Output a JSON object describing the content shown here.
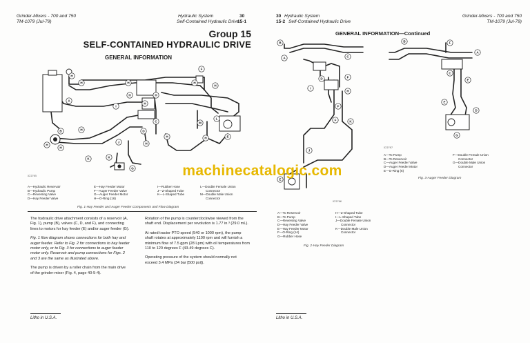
{
  "left_page": {
    "header_left": "Grinder-Mixers - 700 and 750",
    "header_left_sub": "TM-1079   (Jul-79)",
    "header_right": "Hydraulic System",
    "header_right_num": "30",
    "header_right_sub": "Self-Contained Hydraulic Drive",
    "header_right_sub_num": "15-1",
    "group_title": "Group 15",
    "main_title": "SELF-CONTAINED HYDRAULIC DRIVE",
    "section_title": "GENERAL INFORMATION",
    "figure_id": "X22765",
    "legend_col1": [
      "A—Hydraulic Reservoir",
      "B—Hydraulic Pump",
      "C—Reversing Valve",
      "D—Hay Feeder Valve"
    ],
    "legend_col2": [
      "E—Hay Feeder Motor",
      "F—Auger Feeder Valve",
      "G—Auger Feeder Motor",
      "H—O-Ring (16)"
    ],
    "legend_col3": [
      "I—Rubber Hose",
      "J—Z-Shaped Tube",
      "K—L-Shaped Tube"
    ],
    "legend_col4": [
      "L—Double Female Union",
      "Connector",
      "M—Double Male Union",
      "Connector"
    ],
    "caption": "Fig. 1-Hay Feeder and Auger Feeder Components and Flow Diagram",
    "para_left_1": "The hydraulic drive attachment consists of a reservoir (A, Fig. 1), pump (B), valves (C, D, and F), and connecting lines to motors for hay feeder (E) and/or auger feeder (G).",
    "para_left_2": "Fig. 1 flow diagram shows connections for both hay and auger feeder. Refer to Fig. 2 for connections to hay feeder motor only, or to Fig. 3 for connections to auger feeder motor only. Reservoir and pump connections for Figs. 2 and 3 are the same as illustrated above.",
    "para_left_3": "The pump is driven by a roller chain from the main drive of the grinder-mixer (Fig. 4, page 40-5-4).",
    "para_right_1": "Rotation of the pump is counterclockwise viewed from the shaft end. Displacement per revolution is 1.77 in.³ (29.0 mL).",
    "para_right_2": "At rated tractor PTO speed (540 or 1000 rpm), the pump shaft rotates at approximately 1100 rpm and will furnish a minimum flow of 7.5 gpm (28 Lpm) with oil temperatures from 110 to 120 degrees F (43-49 degrees C).",
    "para_right_3": "Operating pressure of the system should normally not exceed 3.4 MPa (34 bar [500 psi]).",
    "footer": "Litho in U.S.A."
  },
  "right_page": {
    "header_left_num": "30",
    "header_left": "Hydraulic System",
    "header_left_sub_num": "15-2",
    "header_left_sub": "Self-Contained Hydraulic Drive",
    "header_right": "Grinder-Mixers - 700 and 750",
    "header_right_sub": "TM-1079   (Jul-79)",
    "section_title": "GENERAL INFORMATION—Continued",
    "figure3_id": "X22767",
    "fig3_legend_col1": [
      "A—To Pump",
      "B—To Reservoir",
      "C—Auger Feeder Valve",
      "D—Auger Feeder Motor",
      "E—O-Ring (6)"
    ],
    "fig3_legend_col2": [
      "F—Double Female Union",
      "Connector",
      "G—Double Male Union",
      "Connector"
    ],
    "fig3_caption": "Fig. 3-Auger Feeder Diagram",
    "figure2_id": "X22766",
    "fig2_legend_col1": [
      "A—To Reservoir",
      "B—To Pump",
      "C—Reversing Valve",
      "D—Hay Feeder Valve",
      "E—Hay Feeder Motor",
      "F—O-Ring (14)",
      "G—Rubber Hose"
    ],
    "fig2_legend_col2": [
      "H—Z-Shaped Tube",
      "I—L-Shaped Tube",
      "J—Double Female Union",
      "Connector",
      "K—Double Male Union",
      "Connector"
    ],
    "fig2_caption": "Fig. 2-Hay Feeder Diagram",
    "footer": "Litho in U.S.A."
  },
  "watermark": "machinecatalogic.com",
  "diagram_labels": {
    "fig1": [
      "A",
      "B",
      "H",
      "H",
      "H",
      "H",
      "H",
      "H",
      "H",
      "H",
      "F",
      "H",
      "H",
      "C",
      "I",
      "D",
      "M",
      "L",
      "E",
      "H",
      "J",
      "H",
      "K",
      "G",
      "H",
      "K",
      "H"
    ],
    "fig2": [
      "B",
      "A",
      "C",
      "D",
      "I",
      "F",
      "H",
      "F",
      "K",
      "F",
      "J",
      "E"
    ],
    "fig3": [
      "B",
      "F",
      "A",
      "C",
      "E",
      "E",
      "D",
      "G"
    ]
  }
}
